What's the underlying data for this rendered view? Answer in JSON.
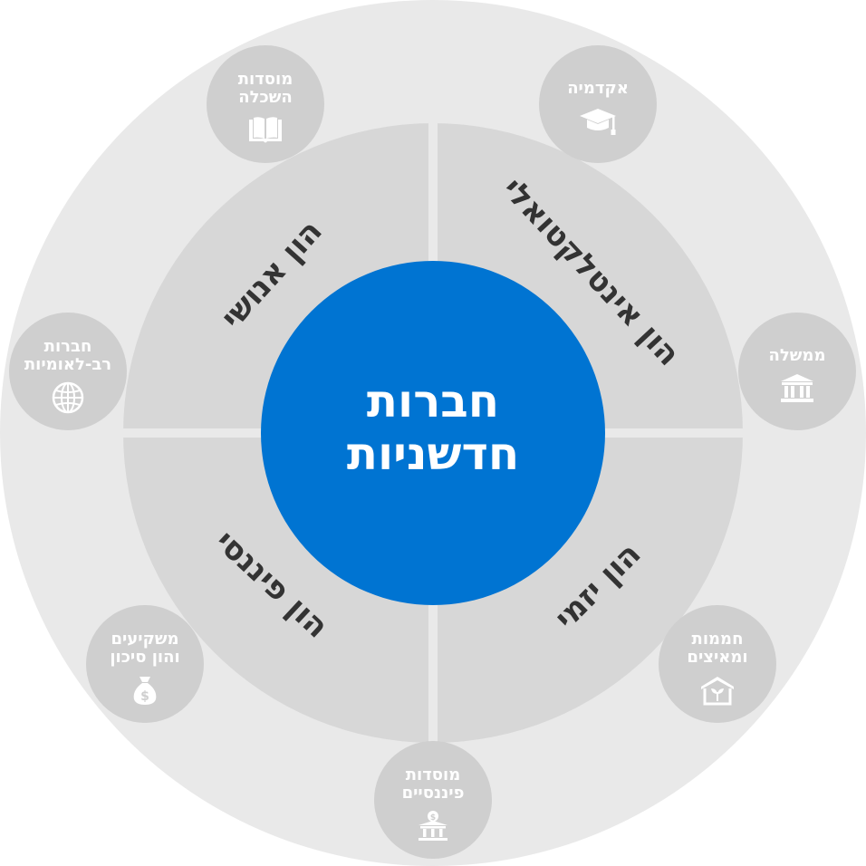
{
  "diagram": {
    "center": {
      "line1": "חברות",
      "line2": "חדשניות"
    },
    "quadrants": [
      {
        "id": "human",
        "label": "הון אנושי"
      },
      {
        "id": "intellectual",
        "label": "הון אינטלקטואלי"
      },
      {
        "id": "financial",
        "label": "הון פיננסי"
      },
      {
        "id": "entrepreneurial",
        "label": "הון יזמי"
      }
    ],
    "nodes": [
      {
        "id": "education",
        "lines": [
          "מוסדות",
          "השכלה"
        ],
        "icon": "book-icon"
      },
      {
        "id": "academia",
        "lines": [
          "אקדמיה"
        ],
        "icon": "graduation-cap-icon"
      },
      {
        "id": "government",
        "lines": [
          "ממשלה"
        ],
        "icon": "government-building-icon"
      },
      {
        "id": "multinational",
        "lines": [
          "חברות",
          "רב-לאומיות"
        ],
        "icon": "globe-icon"
      },
      {
        "id": "investors",
        "lines": [
          "משקיעים",
          "והון סיכון"
        ],
        "icon": "money-bag-icon"
      },
      {
        "id": "incubators",
        "lines": [
          "חממות",
          "ומאיצים"
        ],
        "icon": "greenhouse-icon"
      },
      {
        "id": "financial-institutions",
        "lines": [
          "מוסדות",
          "פיננסיים"
        ],
        "icon": "bank-icon"
      }
    ],
    "colors": {
      "outer_ring": "#e9e9e9",
      "quadrant": "#d7d7d7",
      "center": "#0074d2",
      "node": "#cfcfcf",
      "quadrant_text": "#333333",
      "node_text": "#ffffff"
    }
  }
}
